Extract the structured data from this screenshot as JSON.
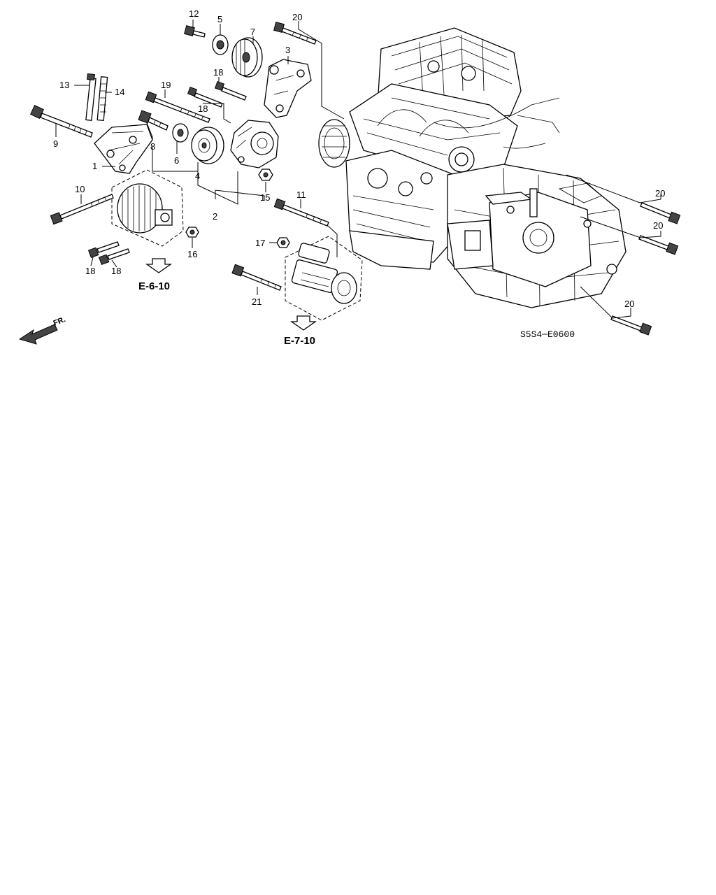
{
  "diagram_code": "S5S4─E0600",
  "front_indicator": "FR.",
  "references": {
    "alternator": "E-6-10",
    "starter": "E-7-10"
  },
  "callouts": {
    "c1": "1",
    "c2": "2",
    "c3": "3",
    "c4": "4",
    "c5": "5",
    "c6": "6",
    "c7": "7",
    "c8": "8",
    "c9": "9",
    "c10": "10",
    "c11": "11",
    "c12": "12",
    "c13": "13",
    "c14": "14",
    "c15": "15",
    "c16": "16",
    "c17": "17",
    "c18a": "18",
    "c18b": "18",
    "c18c": "18",
    "c18d": "18",
    "c19": "19",
    "c20a": "20",
    "c20b": "20",
    "c20c": "20",
    "c20d": "20",
    "c21": "21"
  }
}
